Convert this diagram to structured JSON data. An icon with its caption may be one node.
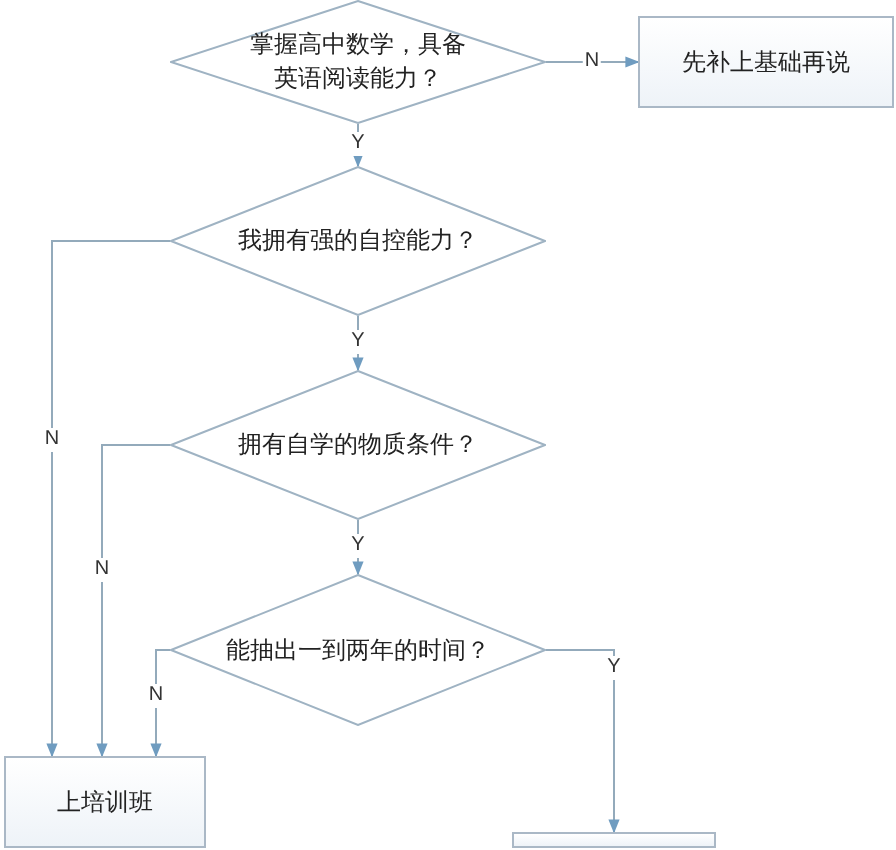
{
  "diagram": {
    "nodes": [
      {
        "text": [
          "掌握高中数学，具备英语阅读能力？"
        ]
      },
      {
        "text": [
          "先补上基础再说"
        ]
      },
      {
        "text": [
          "我拥有强的自控能力？"
        ]
      },
      {
        "text": [
          "拥有自学的物质条件？"
        ]
      },
      {
        "text": [
          "能抽出一到两年的时间？"
        ]
      },
      {
        "text": [
          "上培训班"
        ]
      },
      {
        "text": [],
        "shape": "box"
      }
    ],
    "edges": [
      {
        "from": 0,
        "to": 1,
        "arrow": "to",
        "label": "N"
      },
      {
        "from": 0,
        "to": 2,
        "arrow": "to",
        "label": "Y"
      },
      {
        "from": 2,
        "to": 3,
        "arrow": "to",
        "label": "Y"
      },
      {
        "from": 3,
        "to": 4,
        "arrow": "to",
        "label": "Y"
      },
      {
        "from": 2,
        "to": 5,
        "arrow": "to",
        "label": "N"
      },
      {
        "from": 3,
        "to": 5,
        "arrow": "to",
        "label": "N"
      },
      {
        "from": 4,
        "to": 5,
        "arrow": "to",
        "label": "N"
      },
      {
        "from": 4,
        "to": 6,
        "arrow": "to",
        "label": "Y"
      }
    ]
  }
}
